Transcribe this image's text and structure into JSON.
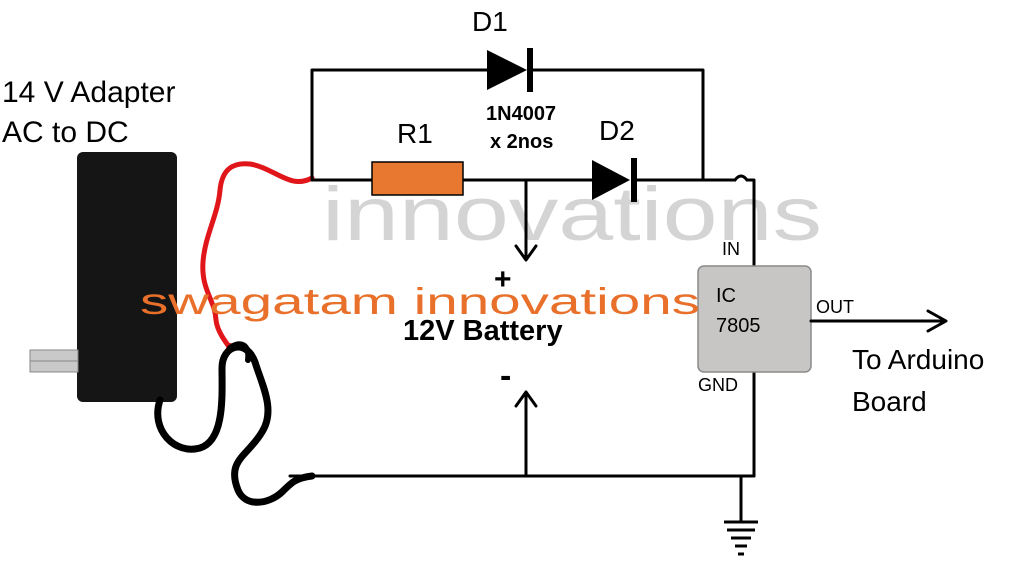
{
  "adapter": {
    "line1": "14 V Adapter",
    "line2": "AC to DC"
  },
  "d1": {
    "label": "D1"
  },
  "d2": {
    "label": "D2"
  },
  "r1": {
    "label": "R1"
  },
  "diode_spec": {
    "line1": "1N4007",
    "line2": "x 2nos"
  },
  "battery": {
    "label": "12V Battery",
    "plus": "+",
    "minus": "-"
  },
  "ic": {
    "line1": "IC",
    "line2": "7805",
    "pin_in": "IN",
    "pin_out": "OUT",
    "pin_gnd": "GND"
  },
  "output": {
    "line1": "To Arduino",
    "line2": "Board"
  },
  "watermarks": {
    "main": "swagatam innovations",
    "faded": "innovations"
  },
  "colors": {
    "resistor": "#e87830",
    "adapter": "#151515",
    "ic": "#c8c6c5",
    "red_wire": "#e0161b",
    "watermark": "#e8702a"
  }
}
